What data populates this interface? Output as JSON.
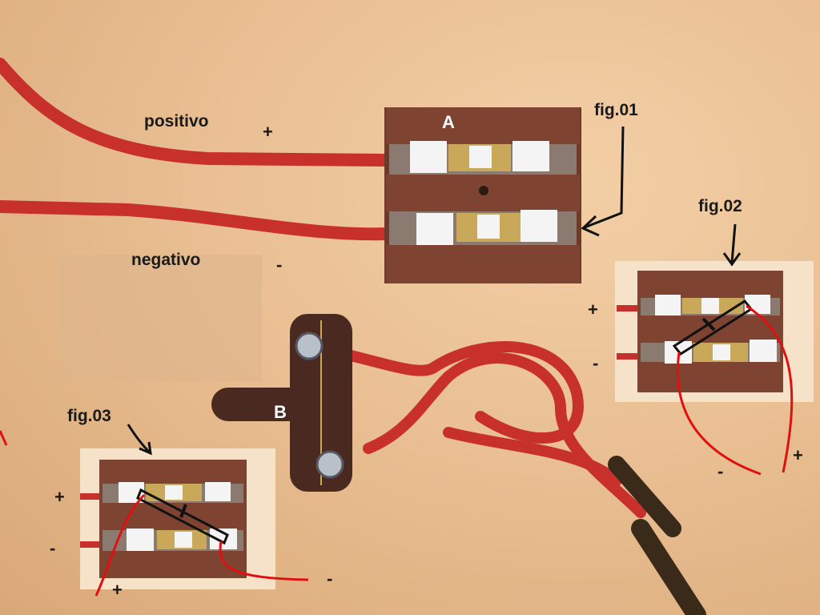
{
  "labels": {
    "positivo": "positivo",
    "negativo": "negativo",
    "plus": "+",
    "minus": "-",
    "fig01": "fig.01",
    "fig02": "fig.02",
    "fig03": "fig.03",
    "A": "A",
    "B": "B"
  },
  "colors": {
    "wood_background": "#e9bf93",
    "wire_red": "#d63a35",
    "board_brown": "#7a4030",
    "pad_white": "#f4f4f4",
    "solder_gold": "#c9a85a",
    "annotation_red": "#e01010",
    "annotation_black": "#111111"
  }
}
